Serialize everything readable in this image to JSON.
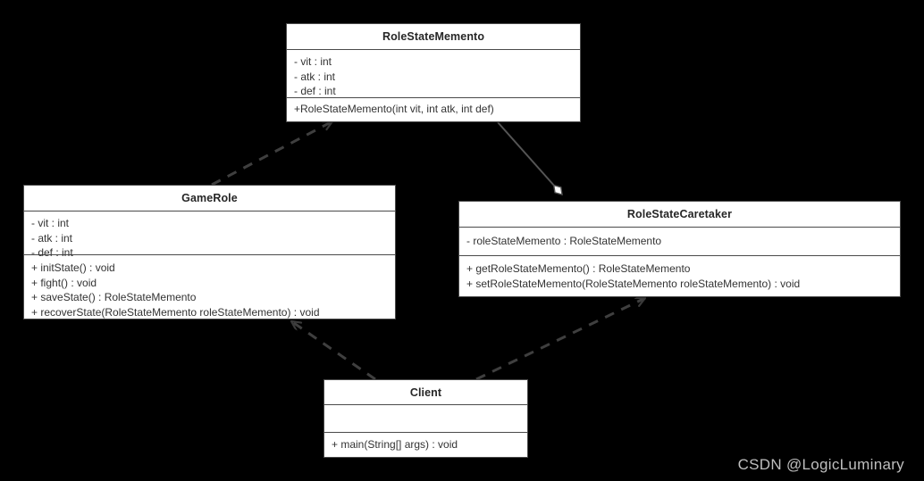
{
  "diagram": {
    "type": "uml-class-diagram",
    "background_color": "#000000",
    "box_fill": "#ffffff",
    "box_border": "#4a4a4a",
    "text_color": "#333333",
    "connector_color": "#555555"
  },
  "classes": {
    "role_state_memento": {
      "name": "RoleStateMemento",
      "attributes": [
        "- vit : int",
        "- atk : int",
        "- def : int"
      ],
      "methods": [
        "+RoleStateMemento(int vit, int atk, int def)"
      ]
    },
    "game_role": {
      "name": "GameRole",
      "attributes": [
        "- vit : int",
        "- atk : int",
        "- def : int"
      ],
      "methods": [
        "+ initState() : void",
        "+ fight() : void",
        "+ saveState() : RoleStateMemento",
        "+ recoverState(RoleStateMemento roleStateMemento) : void"
      ]
    },
    "role_state_caretaker": {
      "name": "RoleStateCaretaker",
      "attributes": [
        "- roleStateMemento : RoleStateMemento"
      ],
      "methods": [
        "+ getRoleStateMemento() : RoleStateMemento",
        "+ setRoleStateMemento(RoleStateMemento roleStateMemento) : void"
      ]
    },
    "client": {
      "name": "Client",
      "attributes": [],
      "methods": [
        "+ main(String[] args) : void"
      ]
    }
  },
  "connectors": [
    {
      "id": "gamerole-to-memento",
      "from": "game_role",
      "to": "role_state_memento",
      "style": "dashed",
      "arrow": "open-arrow",
      "relation": "dependency"
    },
    {
      "id": "memento-to-caretaker",
      "from": "role_state_memento",
      "to": "role_state_caretaker",
      "style": "solid",
      "arrow": "hollow-diamond",
      "relation": "aggregation"
    },
    {
      "id": "client-to-gamerole",
      "from": "client",
      "to": "game_role",
      "style": "dashed",
      "arrow": "open-arrow",
      "relation": "dependency"
    },
    {
      "id": "client-to-caretaker",
      "from": "client",
      "to": "role_state_caretaker",
      "style": "dashed",
      "arrow": "open-arrow",
      "relation": "dependency"
    }
  ],
  "watermark": {
    "text": "CSDN @LogicLuminary"
  }
}
